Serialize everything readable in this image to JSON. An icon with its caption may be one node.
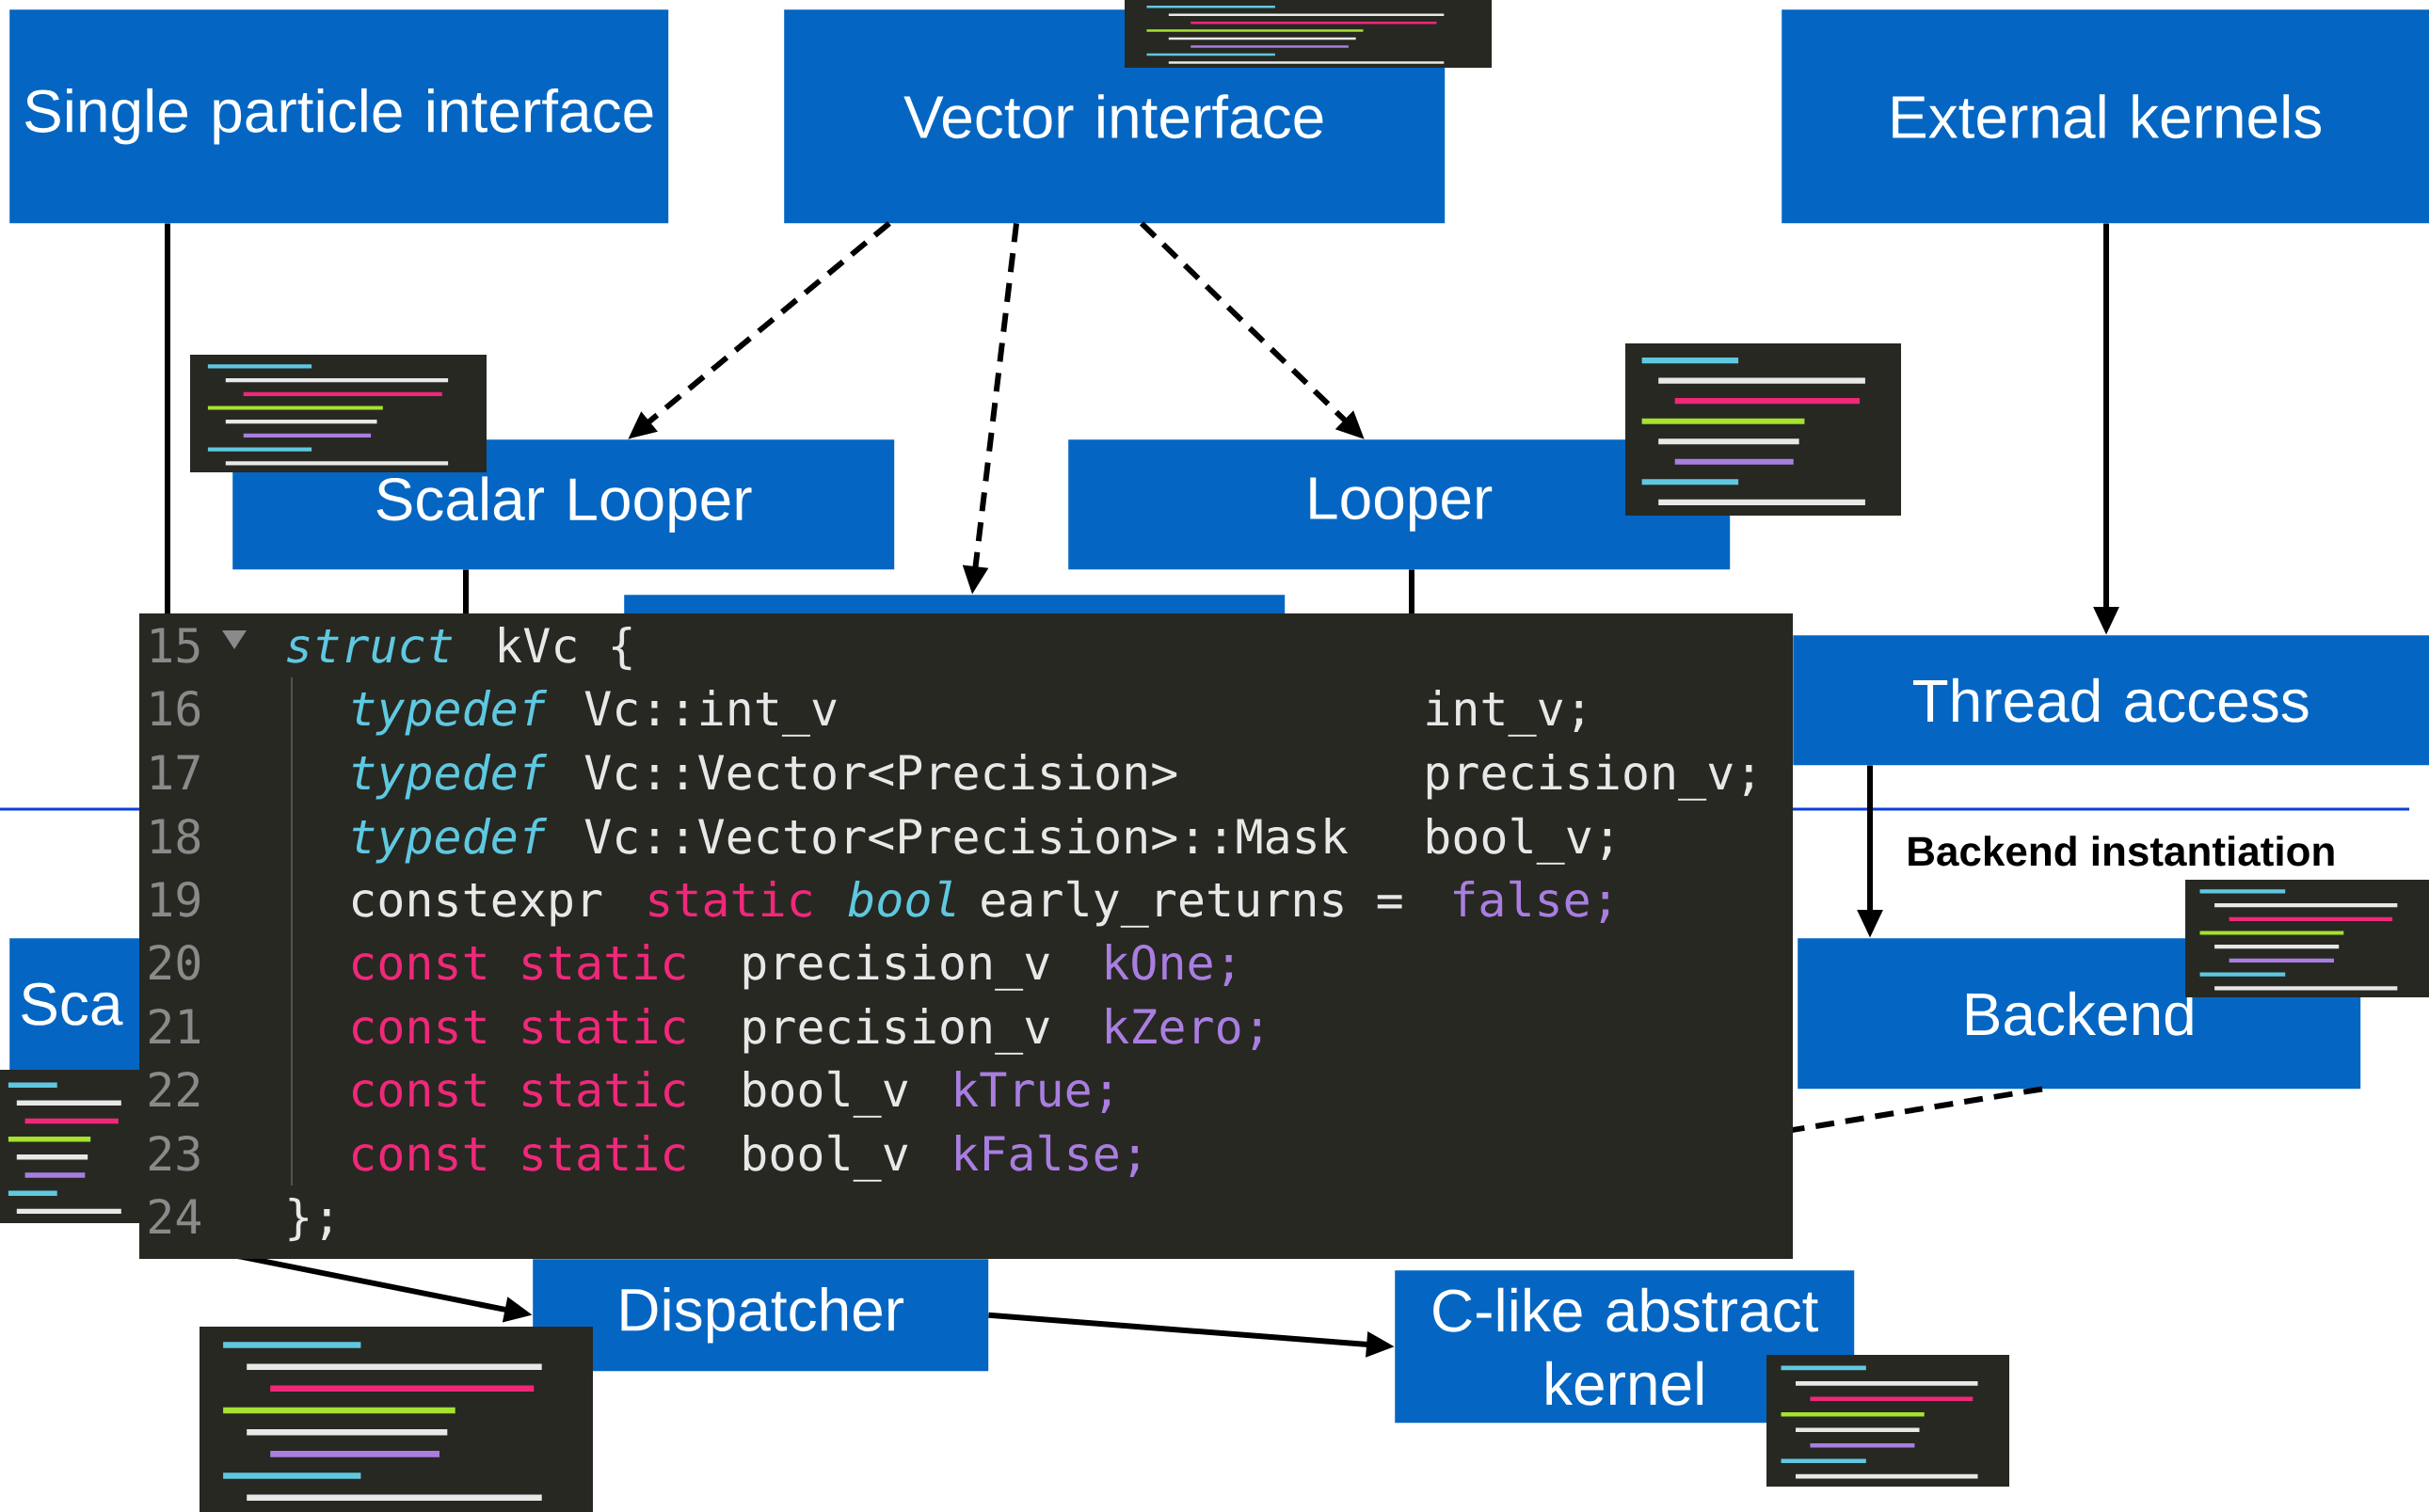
{
  "diagram": {
    "nodes": [
      {
        "text": [
          "Single particle interface"
        ]
      },
      {
        "text": [
          "Vector interface"
        ]
      },
      {
        "text": [
          "External kernels"
        ]
      },
      {
        "text": [
          "Scalar Looper"
        ]
      },
      {
        "text": [
          "Looper"
        ]
      },
      {
        "text": [],
        "shape": "box"
      },
      {
        "text": [
          "Thread access"
        ]
      },
      {
        "text": [
          "Sca"
        ]
      },
      {
        "text": [
          "Backend"
        ]
      },
      {
        "text": [
          "Dispatcher"
        ]
      },
      {
        "text": [
          "C-like abstract kernel"
        ]
      }
    ],
    "edges": [
      {
        "from": 0,
        "to": 9,
        "arrow": "to"
      },
      {
        "from": 1,
        "to": 3,
        "arrow": "to",
        "style": "dashed"
      },
      {
        "from": 1,
        "to": 5,
        "arrow": "to",
        "style": "dashed"
      },
      {
        "from": 1,
        "to": 4,
        "arrow": "to",
        "style": "dashed"
      },
      {
        "from": 2,
        "to": 6,
        "arrow": "to"
      },
      {
        "from": 3,
        "to": null,
        "arrow": "none"
      },
      {
        "from": 4,
        "to": null,
        "arrow": "none"
      },
      {
        "from": 6,
        "to": 8,
        "arrow": "to"
      },
      {
        "from": 8,
        "to": null,
        "arrow": "none",
        "style": "dashed"
      },
      {
        "from": 9,
        "to": 10,
        "arrow": "to"
      }
    ],
    "labels": [
      "15",
      "struct",
      "kVc {",
      "16",
      "typedef",
      "Vc::int_v",
      "int_v;",
      "17",
      "typedef",
      "Vc::Vector<Precision>",
      "precision_v;",
      "18",
      "typedef",
      "Vc::Vector<Precision>::Mask",
      "bool_v;",
      "19",
      "constexpr",
      "static",
      "bool",
      "early_returns =",
      "false;",
      "20",
      "const static",
      "precision_v",
      "kOne;",
      "21",
      "const static",
      "precision_v",
      "kZero;",
      "22",
      "const static",
      "bool_v",
      "kTrue;",
      "23",
      "const static",
      "bool_v",
      "kFalse;",
      "24",
      "};",
      "Backend instantiation"
    ]
  }
}
